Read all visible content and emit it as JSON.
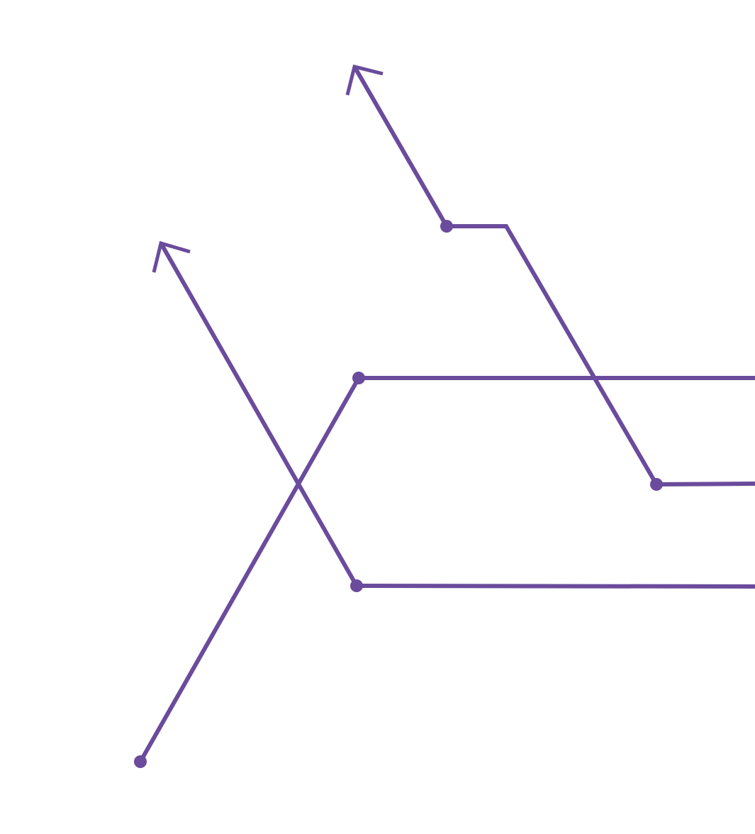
{
  "diagram": {
    "stroke_color": "#6a4b9c",
    "dot_color": "#6a4b9c",
    "background": "#ffffff",
    "elements": [
      "upper-arrow-path",
      "middle-arrow-path",
      "crossing-path",
      "lower-horizontal-line",
      "right-horizontal-line"
    ]
  }
}
